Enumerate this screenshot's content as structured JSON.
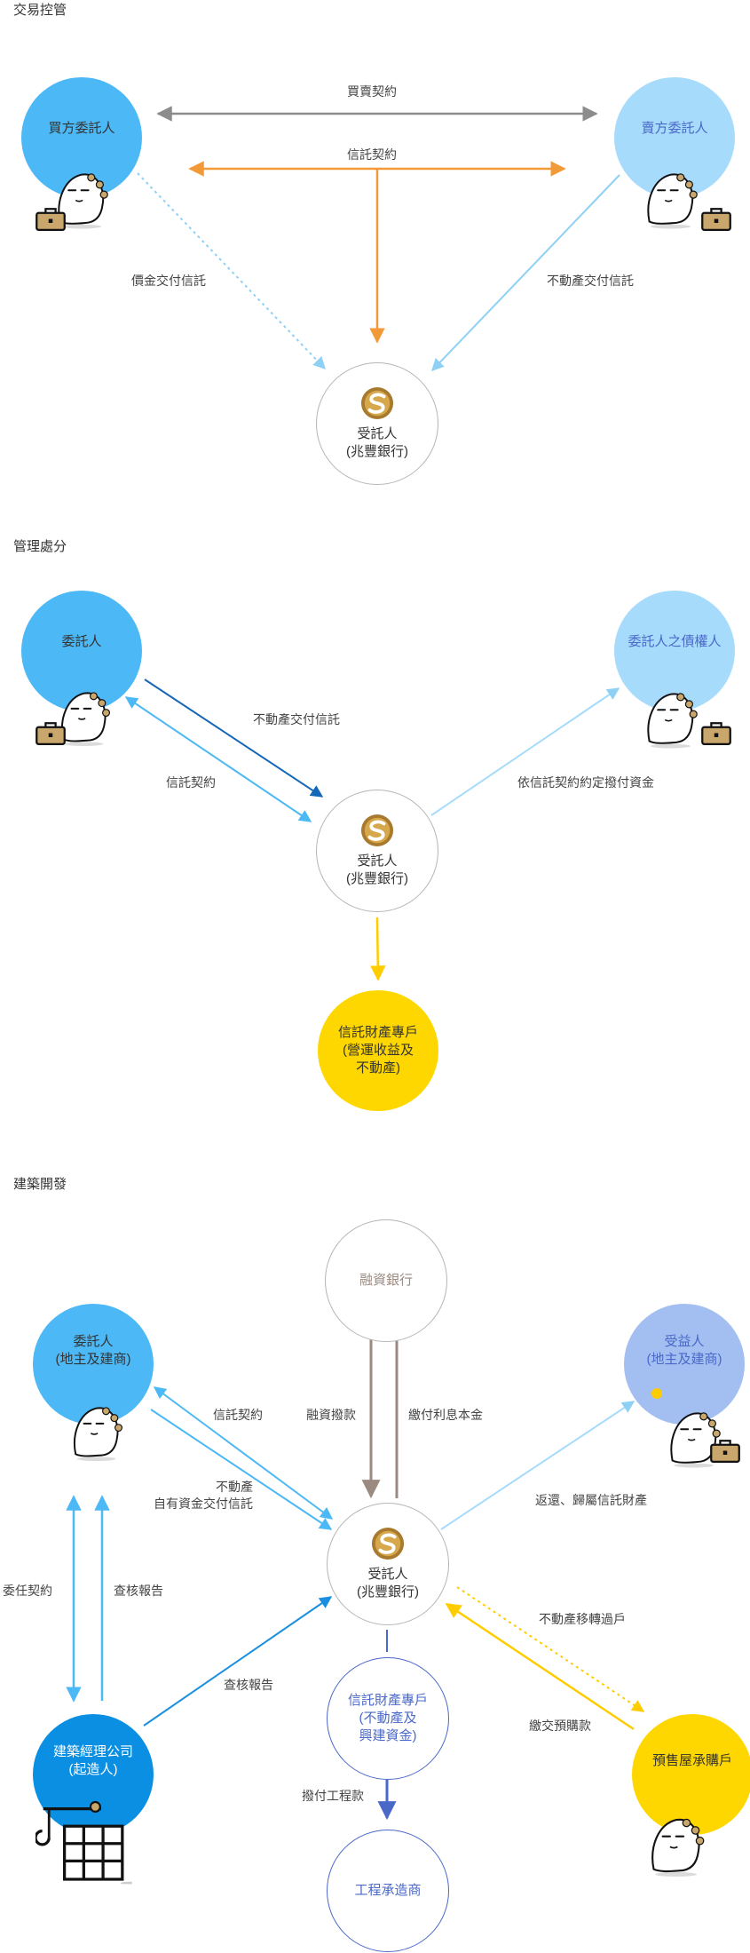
{
  "colors": {
    "blue_main": "#4cb8f5",
    "blue_light": "#a6dbfc",
    "blue_deep": "#1a8fe0",
    "periwinkle": "#a3bff2",
    "yellow": "#ffd700",
    "orange": "#f29a38",
    "gray_arrow": "#8c8c8c",
    "brown_arrow": "#9a8a80",
    "indigo": "#4a68c8"
  },
  "sections": {
    "trade": {
      "title": "交易控管",
      "buyer": "買方委託人",
      "seller": "賣方委託人",
      "trustee": "受託人\n(兆豐銀行)",
      "label_sale_contract": "買賣契約",
      "label_trust_contract": "信託契約",
      "label_price_trust": "價金交付信託",
      "label_estate_trust": "不動產交付信託"
    },
    "manage": {
      "title": "管理處分",
      "settlor": "委託人",
      "creditor": "委託人之債權人",
      "trustee": "受託人\n(兆豐銀行)",
      "account": "信託財產專戶\n(營運收益及\n不動產)",
      "label_estate_trust": "不動產交付信託",
      "label_trust_contract": "信託契約",
      "label_pay_funds": "依信託契約約定撥付資金"
    },
    "build": {
      "title": "建築開發",
      "bank": "融資銀行",
      "settlor": "委託人\n(地主及建商)",
      "beneficiary": "受益人\n(地主及建商)",
      "trustee": "受託人\n(兆豐銀行)",
      "manager": "建築經理公司\n(起造人)",
      "account": "信託財產專戶\n(不動產及\n興建資金)",
      "buyer": "預售屋承購戶",
      "contractor": "工程承造商",
      "label_trust_contract": "信託契約",
      "label_estate_funds": "不動產\n自有資金交付信託",
      "label_loan": "融資撥款",
      "label_repay": "繳付利息本金",
      "label_return": "返還、歸屬信託財產",
      "label_mandate": "委任契約",
      "label_audit_report_1": "查核報告",
      "label_audit_report_2": "查核報告",
      "label_transfer": "不動產移轉過戶",
      "label_presale": "繳交預購款",
      "label_pay_contractor": "撥付工程款"
    }
  }
}
